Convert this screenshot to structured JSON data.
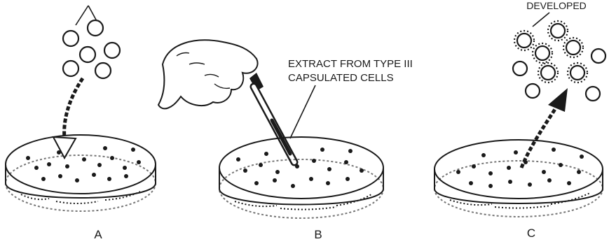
{
  "labels": {
    "top_right": "DEVELOPED",
    "extract_line1": "EXTRACT FROM TYPE III",
    "extract_line2": "CAPSULATED CELLS",
    "panel_a": "A",
    "panel_b": "B",
    "panel_c": "C"
  },
  "colors": {
    "ink": "#1a1a1a",
    "background": "#ffffff"
  },
  "icons": {
    "cells_a": "unencapsulated-cells-icon",
    "cells_c": "encapsulated-cells-icon",
    "hand": "hand-icon",
    "pipette": "pipette-icon",
    "dish": "petri-dish-icon",
    "arrow": "curved-arrow-icon"
  }
}
